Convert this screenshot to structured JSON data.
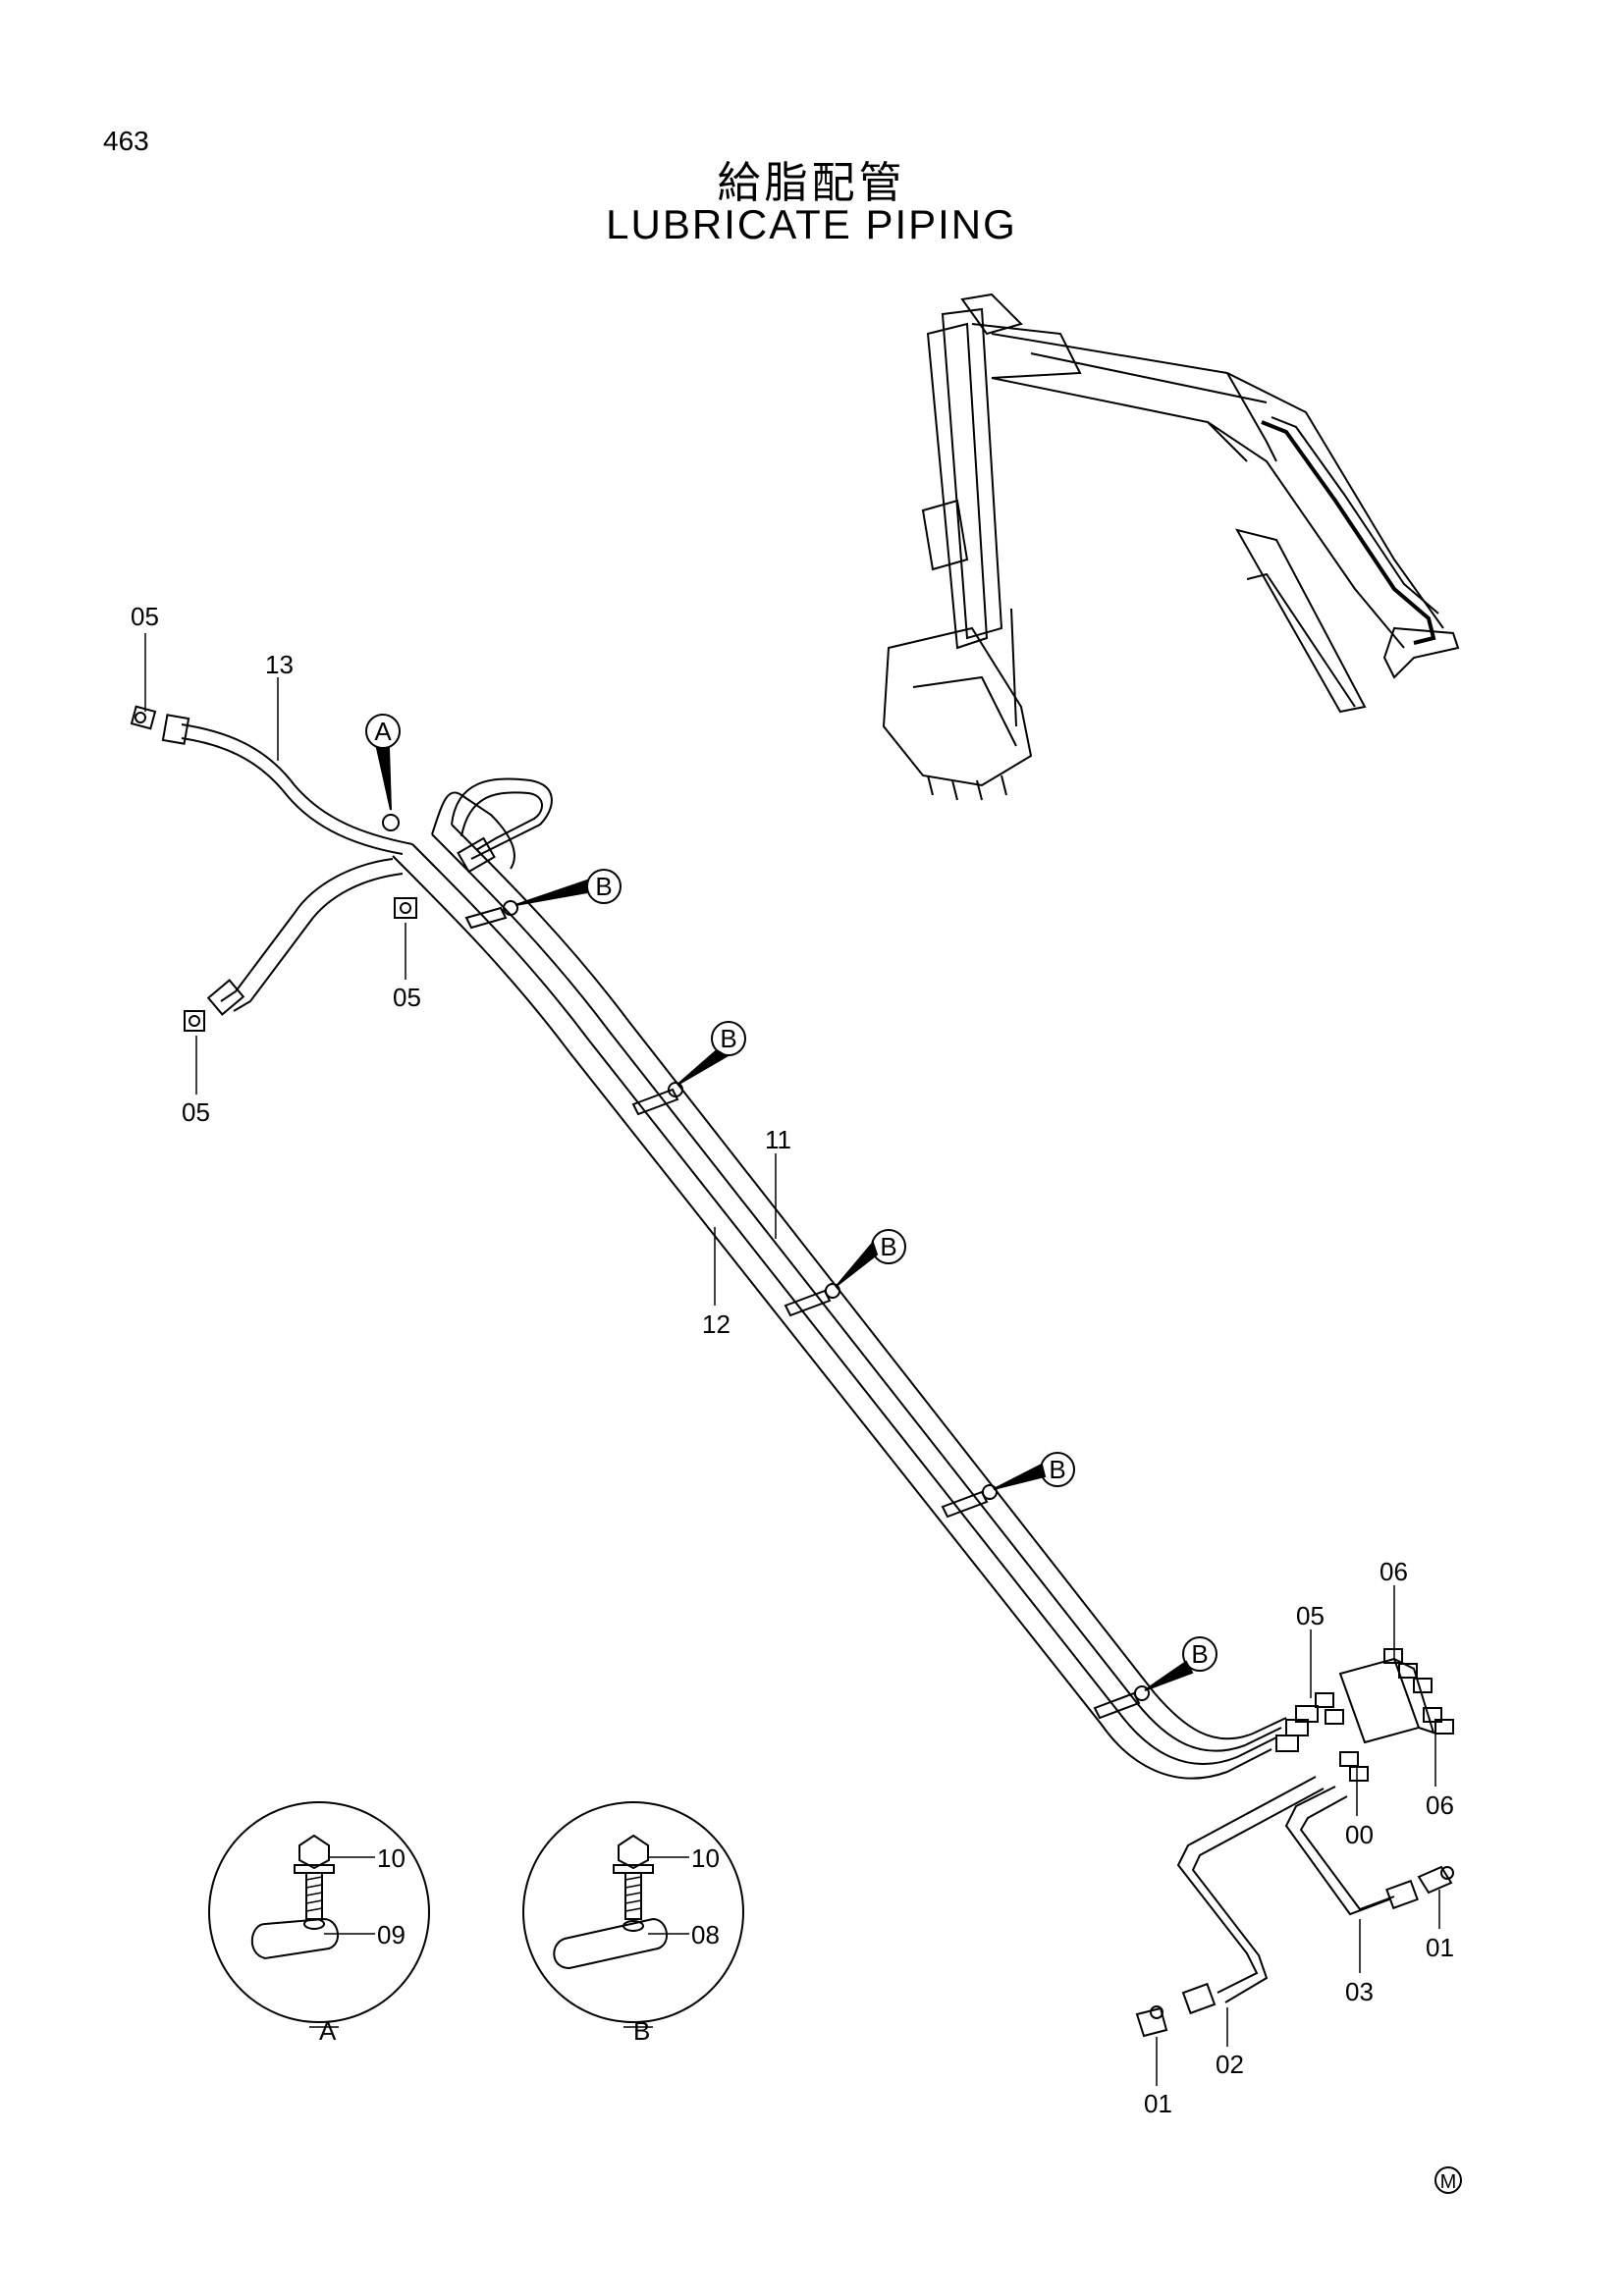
{
  "page_number": "463",
  "title_jp": "給脂配管",
  "title_en": "LUBRICATE PIPING",
  "part_labels": {
    "p05_top": "05",
    "p13": "13",
    "p05_mid": "05",
    "p05_left": "05",
    "p11": "11",
    "p12": "12",
    "p05_right": "05",
    "p06_top": "06",
    "p06_right": "06",
    "p00": "00",
    "p01_right": "01",
    "p03": "03",
    "p02": "02",
    "p01_bottom": "01"
  },
  "callouts": {
    "a": "A",
    "b": "B"
  },
  "detail_a": {
    "bolt": "10",
    "clamp": "09",
    "caption": "A"
  },
  "detail_b": {
    "bolt": "10",
    "clamp": "08",
    "caption": "B"
  },
  "mark": "M"
}
